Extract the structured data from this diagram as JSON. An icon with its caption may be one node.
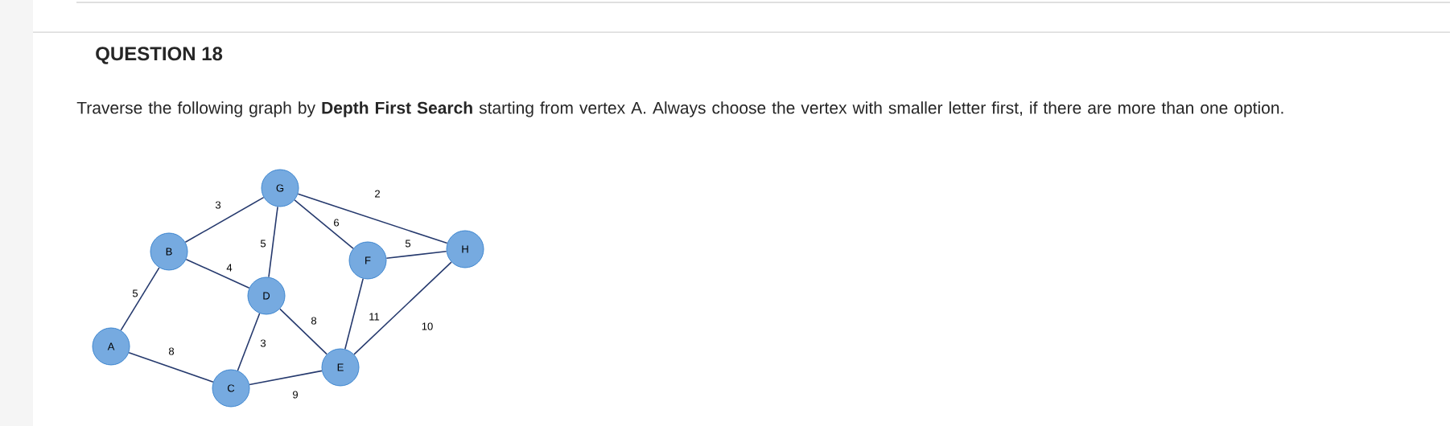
{
  "diagram": {
    "title": "QUESTION 18",
    "nodes": [
      {
        "text": [
          "G"
        ]
      },
      {
        "text": [
          "B"
        ]
      },
      {
        "text": [
          "F"
        ]
      },
      {
        "text": [
          "H"
        ]
      },
      {
        "text": [
          "D"
        ]
      },
      {
        "text": [
          "A"
        ]
      },
      {
        "text": [
          "E"
        ]
      },
      {
        "text": [
          "C"
        ]
      }
    ],
    "edges": [
      {
        "from": 5,
        "to": 1,
        "arrow": "none",
        "label": "5"
      },
      {
        "from": 1,
        "to": 0,
        "arrow": "none",
        "label": "3"
      },
      {
        "from": 1,
        "to": 4,
        "arrow": "none",
        "label": "4"
      },
      {
        "from": 0,
        "to": 4,
        "arrow": "none",
        "label": "5"
      },
      {
        "from": 0,
        "to": 2,
        "arrow": "none",
        "label": "6"
      },
      {
        "from": 0,
        "to": 3,
        "arrow": "none",
        "label": "2"
      },
      {
        "from": 2,
        "to": 3,
        "arrow": "none",
        "label": "5"
      },
      {
        "from": 5,
        "to": 7,
        "arrow": "none",
        "label": "8"
      },
      {
        "from": 4,
        "to": 7,
        "arrow": "none",
        "label": "3"
      },
      {
        "from": 4,
        "to": 6,
        "arrow": "none",
        "label": "8"
      },
      {
        "from": 2,
        "to": 6,
        "arrow": "none",
        "label": "11"
      },
      {
        "from": 3,
        "to": 6,
        "arrow": "none",
        "label": "10"
      },
      {
        "from": 7,
        "to": 6,
        "arrow": "none",
        "label": "9"
      }
    ],
    "labels": [
      "Traverse the following graph by **Depth First Search** starting from vertex A.  Always choose the vertex with smaller letter first, if there are more than one option."
    ]
  }
}
